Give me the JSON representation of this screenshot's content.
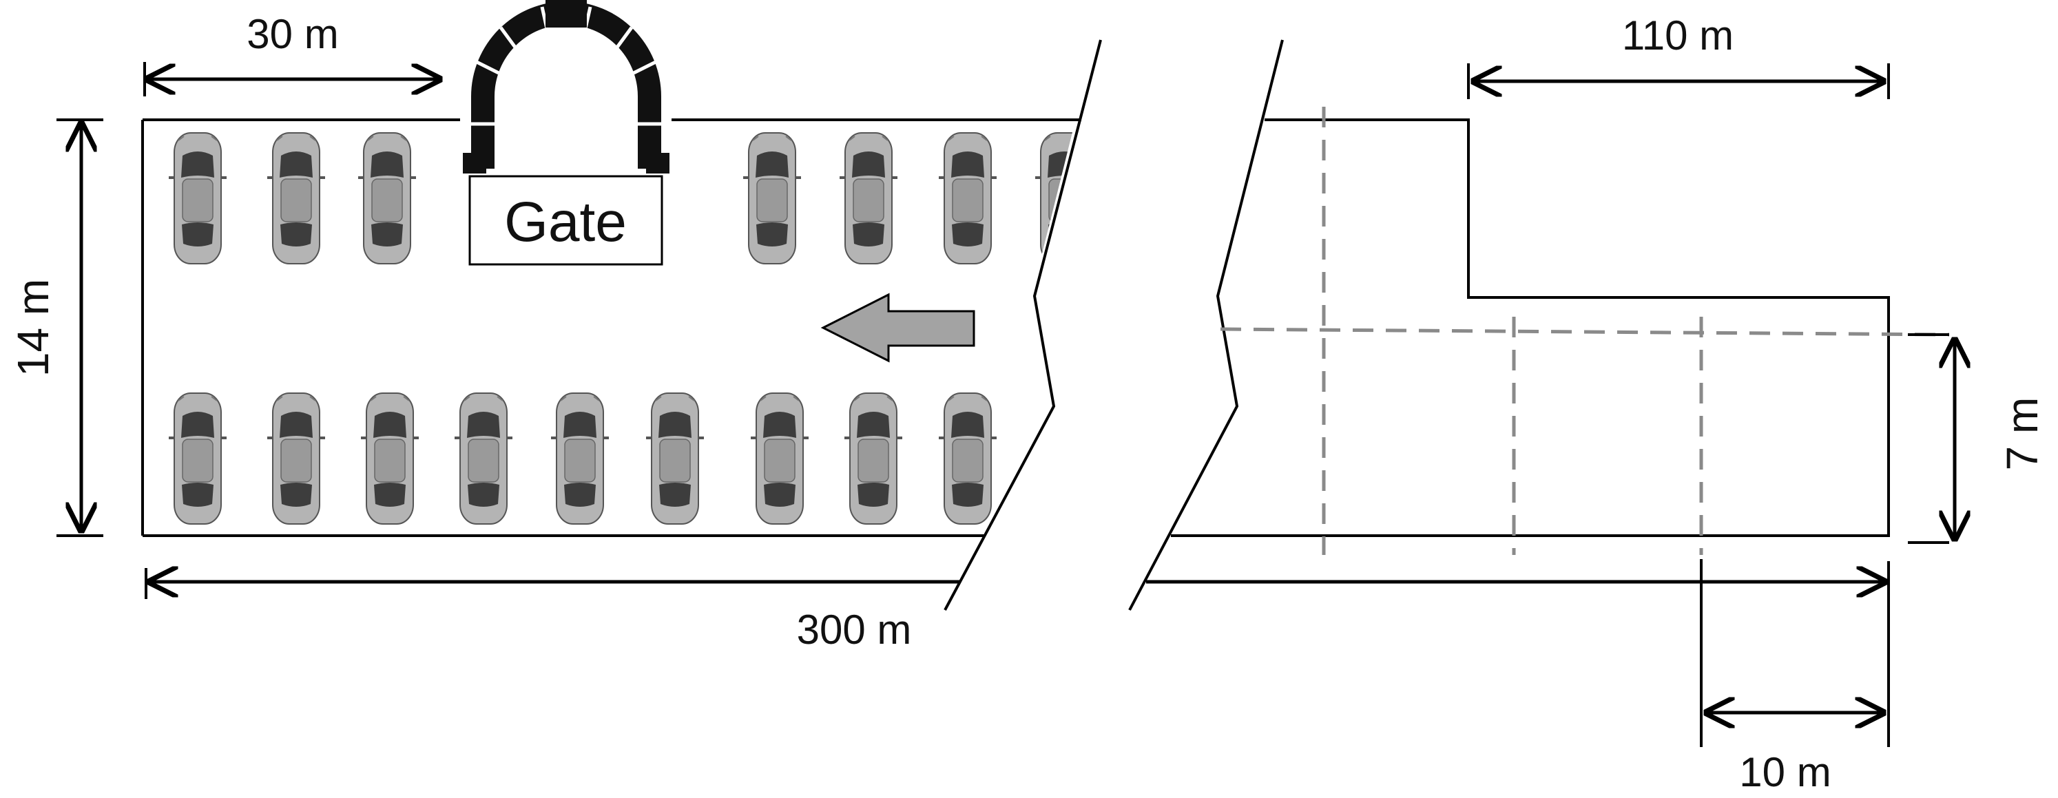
{
  "labels": {
    "gate_to_start": "30 m",
    "lot_width": "14 m",
    "total_length": "300 m",
    "extension_length": "110 m",
    "lane_width": "7 m",
    "slot_length": "10 m",
    "gate": "Gate"
  },
  "parking": {
    "top_row_left_count": 3,
    "top_row_right_count": 4,
    "bottom_row_count": 9
  },
  "colors": {
    "line": "#000000",
    "car_body": "#b4b4b4",
    "car_glass": "#3d3d3d",
    "arrow_fill": "#a3a3a3",
    "dashed": "#8a8a8a"
  },
  "icons": {
    "gate": "stone-arch-icon",
    "car": "car-top-view-icon",
    "direction": "left-arrow-icon"
  }
}
